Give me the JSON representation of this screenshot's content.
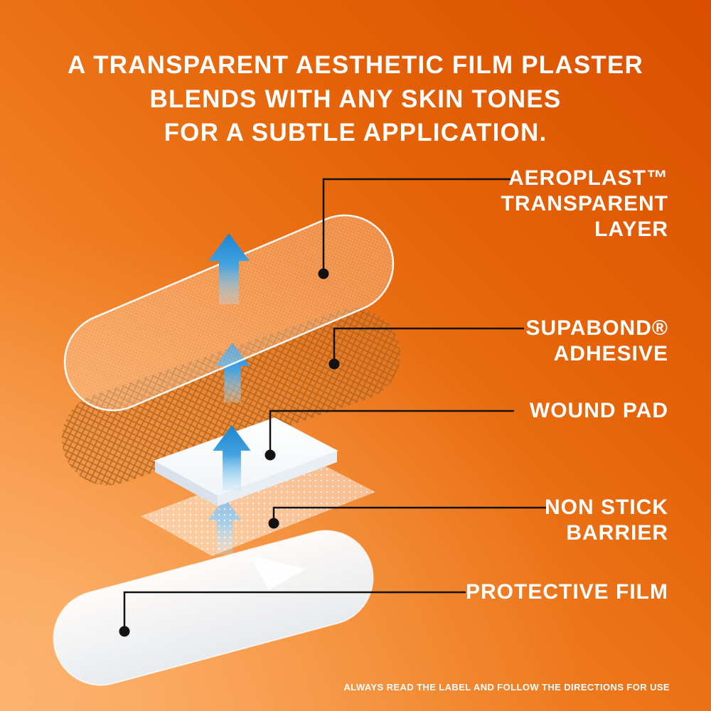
{
  "headline": {
    "lines": [
      "A TRANSPARENT AESTHETIC FILM PLASTER",
      "BLENDS WITH ANY SKIN TONES",
      "FOR A SUBTLE APPLICATION."
    ]
  },
  "callouts": [
    {
      "id": "aeroplast-transparent-layer",
      "lines": [
        "AEROPLAST™",
        "TRANSPARENT",
        "LAYER"
      ]
    },
    {
      "id": "supabond-adhesive",
      "lines": [
        "SUPABOND®",
        "ADHESIVE"
      ]
    },
    {
      "id": "wound-pad",
      "lines": [
        "WOUND PAD"
      ]
    },
    {
      "id": "non-stick-barrier",
      "lines": [
        "NON STICK",
        "BARRIER"
      ]
    },
    {
      "id": "protective-film",
      "lines": [
        "PROTECTIVE FILM"
      ]
    }
  ],
  "footer": {
    "text": "ALWAYS READ THE LABEL AND FOLLOW THE DIRECTIONS FOR USE"
  },
  "colors": {
    "background_dark": "#d94e00",
    "background_light": "#fca360",
    "headline_text": "#ffffff",
    "arrow_blue": "#2b93d8",
    "leader_line": "#121212",
    "mesh_line": "#a85f1e",
    "pad_white": "#ffffff"
  }
}
